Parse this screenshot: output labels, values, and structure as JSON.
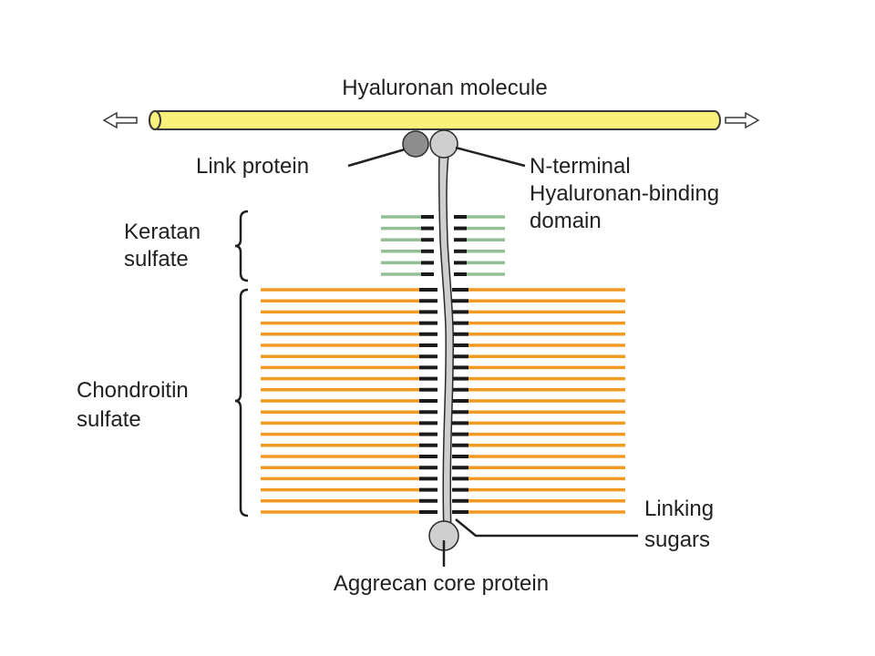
{
  "labels": {
    "hyaluronan": "Hyaluronan molecule",
    "link_protein": "Link protein",
    "nterm_line1": "N-terminal",
    "nterm_line2": "Hyaluronan-binding",
    "nterm_line3": "domain",
    "keratan_line1": "Keratan",
    "keratan_line2": "sulfate",
    "chondroitin_line1": "Chondroitin",
    "chondroitin_line2": "sulfate",
    "linking_line1": "Linking",
    "linking_line2": "sugars",
    "aggrecan": "Aggrecan core protein"
  },
  "colors": {
    "hyaluronan_fill": "#f8f27a",
    "hyaluronan_stroke": "#3a3a3a",
    "link_protein": "#8e8e8e",
    "core_protein": "#cfcfcf",
    "keratan_chain": "#93bf95",
    "chondroitin_chain": "#f39a22",
    "linking_sugar": "#1a1a1a",
    "text": "#231f20"
  },
  "structure": {
    "keratan_sulfate_chains": 6,
    "chondroitin_sulfate_chains": 21
  }
}
